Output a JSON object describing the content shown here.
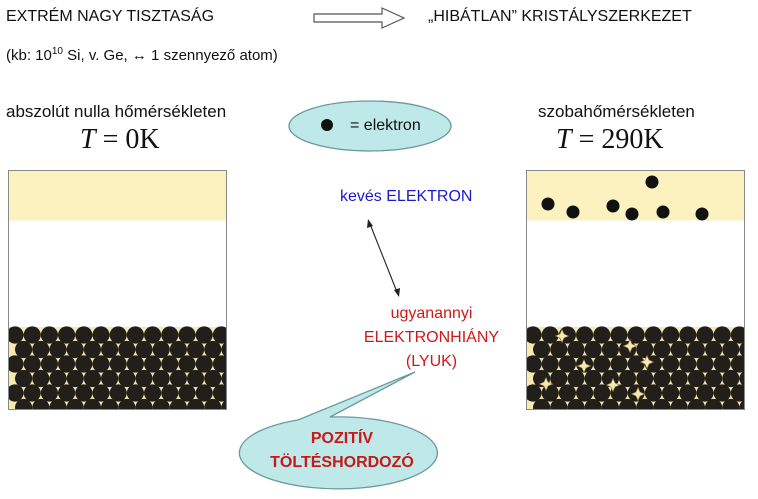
{
  "header": {
    "left": "EXTRÉM NAGY TISZTASÁG",
    "right": "„HIBÁTLAN” KRISTÁLYSZERKEZET"
  },
  "example": {
    "prefix": "(kb: 10",
    "exponent": "10",
    "suffix": " Si, v. Ge, ↔ 1 szennyező atom)"
  },
  "left_panel": {
    "caption": "abszolút nulla hőmérsékleten",
    "temp_symbol": "T",
    "temp_equals": " = ",
    "temp_value": "0",
    "temp_unit": "K"
  },
  "right_panel": {
    "caption": "szobahőmérsékleten",
    "temp_symbol": "T",
    "temp_equals": " = ",
    "temp_value": "290",
    "temp_unit": "K"
  },
  "legend": {
    "text": "= elektron"
  },
  "labels": {
    "few_electron": "kevés ELEKTRON",
    "same_missing_line1": "ugyanannyi",
    "same_missing_line2": "ELEKTRONHIÁNY",
    "same_missing_line3": "(LYUK)",
    "positive_line1": "POZITÍV",
    "positive_line2": "TÖLTÉSHORDOZÓ"
  },
  "colors": {
    "conduction_band": "#fbf2c0",
    "valence_band": "#221e19",
    "electron": "#111111",
    "hole": "#f6eab0",
    "bubble_fill": "#bfe8e8",
    "few_electron_text": "#1a1ac8",
    "missing_text": "#d01818",
    "positive_text": "#c81818"
  }
}
